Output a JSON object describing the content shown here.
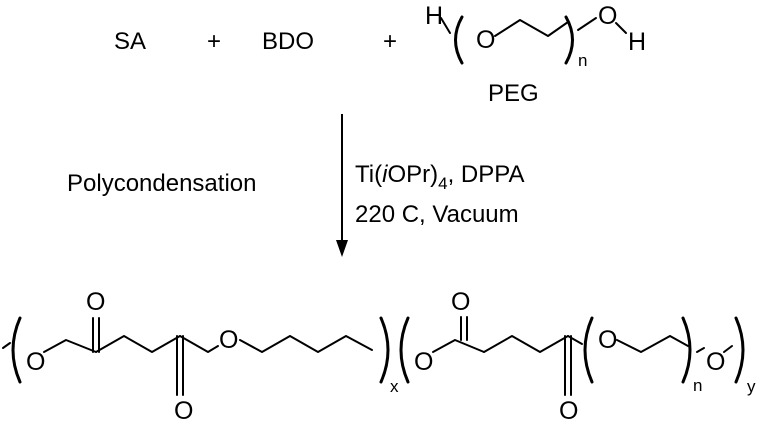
{
  "reactants": {
    "sa": "SA",
    "plus1": "+",
    "bdo": "BDO",
    "plus2": "+",
    "peg": {
      "h_left": "H",
      "o_left": "O",
      "n": "n",
      "o_right": "O",
      "h_right": "H",
      "label": "PEG"
    }
  },
  "conditions": {
    "left": "Polycondensation",
    "catalyst_prefix": "Ti(",
    "catalyst_italic": "i",
    "catalyst_mid": "OPr)",
    "catalyst_sub": "4",
    "catalyst_suffix": ", DPPA",
    "line2": "220 C, Vacuum"
  },
  "product": {
    "atoms": {
      "o_chain1": "O",
      "o_carbonyl1": "O",
      "o_carbonyl2": "O",
      "o_chain2": "O",
      "o_chain3": "O",
      "o_carbonyl3": "O",
      "o_carbonyl4": "O",
      "o_chain4": "O",
      "o_chain5": "O"
    },
    "subscripts": {
      "x": "x",
      "n": "n",
      "y": "y"
    }
  }
}
